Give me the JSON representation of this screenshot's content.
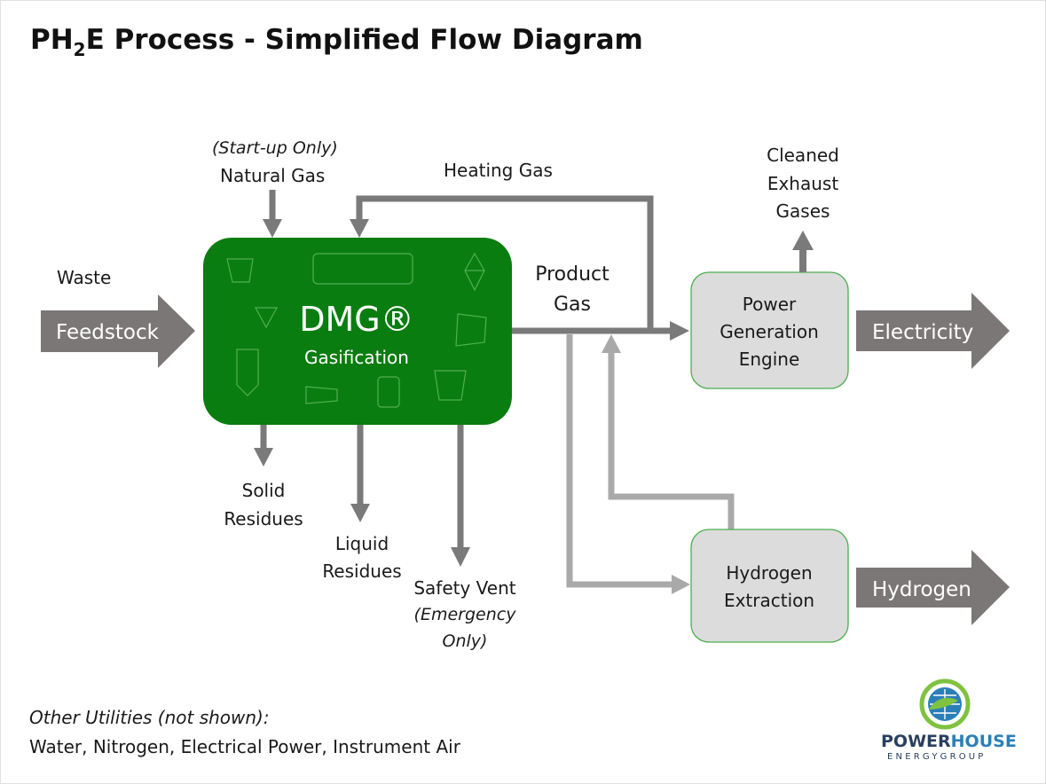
{
  "title": {
    "prefix": "PH",
    "subscript": "2",
    "suffix": "E Process - Simplified Flow Diagram"
  },
  "inputs": {
    "waste_label": "Waste",
    "feedstock_label": "Feedstock",
    "natural_gas_note": "(Start-up  Only)",
    "natural_gas_label": "Natural Gas",
    "heating_gas_label": "Heating Gas"
  },
  "gasifier": {
    "title": "DMG®",
    "subtitle": "Gasification"
  },
  "product_gas": {
    "line1": "Product",
    "line2": "Gas"
  },
  "outputs": {
    "solid_line1": "Solid",
    "solid_line2": "Residues",
    "liquid_line1": "Liquid",
    "liquid_line2": "Residues",
    "vent_line1": "Safety Vent",
    "vent_line2": "(Emergency",
    "vent_line3": "Only)"
  },
  "power_engine": {
    "line1": "Power",
    "line2": "Generation",
    "line3": "Engine"
  },
  "exhaust": {
    "line1": "Cleaned",
    "line2": "Exhaust",
    "line3": "Gases"
  },
  "hydrogen_box": {
    "line1": "Hydrogen",
    "line2": "Extraction"
  },
  "products": {
    "electricity": "Electricity",
    "hydrogen": "Hydrogen"
  },
  "footer": {
    "note": "Other Utilities (not shown):",
    "list": "Water, Nitrogen, Electrical Power, Instrument Air"
  },
  "logo": {
    "power": "POWER",
    "house": "HOUSE",
    "group": "ENERGYGROUP"
  },
  "colors": {
    "gasifier_fill": "#0a7d10",
    "box_fill": "#dcdcdc",
    "box_border": "#4caf50",
    "arrow_dark": "#7a7a7a",
    "arrow_light": "#a9a9a9",
    "big_arrow": "#7c7777"
  }
}
